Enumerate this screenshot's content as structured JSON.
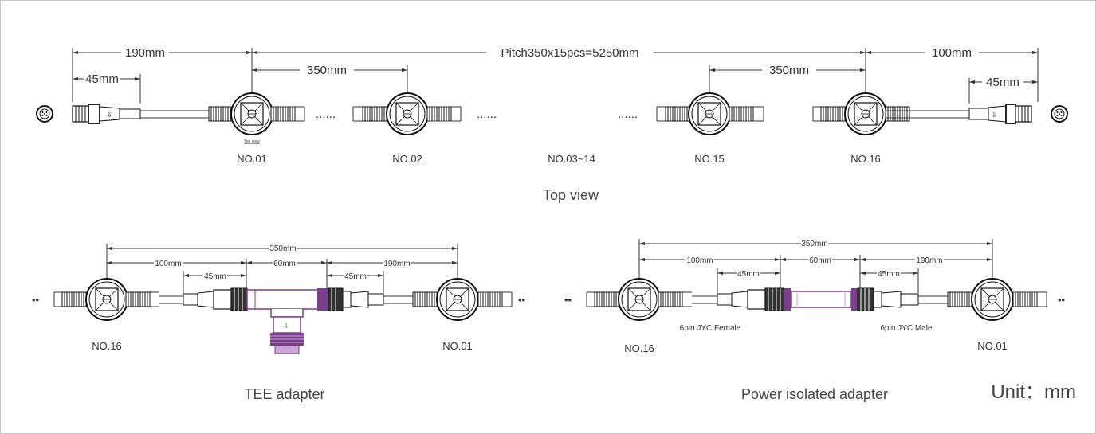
{
  "top": {
    "dims": {
      "pitch": "Pitch350x15pcs=5250mm",
      "lead_left": "190mm",
      "lead_left_inner": "45mm",
      "spacing_left": "350mm",
      "spacing_right": "350mm",
      "lead_right": "100mm",
      "lead_right_inner": "45mm"
    },
    "dots": "......",
    "top_view_mini": "Top view",
    "nodes": [
      "NO.01",
      "NO.02",
      "NO.03~14",
      "NO.15",
      "NO.16"
    ],
    "caption": "Top view"
  },
  "tee": {
    "dims": {
      "total": "350mm",
      "a": "100mm",
      "b": "45mm",
      "c": "60mm",
      "d": "45mm",
      "e": "190mm"
    },
    "left_node": "NO.16",
    "right_node": "NO.01",
    "caption": "TEE adapter"
  },
  "iso": {
    "dims": {
      "total": "350mm",
      "a": "100mm",
      "b": "45mm",
      "c": "60mm",
      "d": "45mm",
      "e": "190mm"
    },
    "female": "6pin JYC Female",
    "male": "6pin JYC Male",
    "left_node": "NO.16",
    "right_node": "NO.01",
    "caption": "Power isolated adapter"
  },
  "unit": "Unit：mm",
  "colors": {
    "line": "#333333",
    "adapter": "#7a3e8c",
    "adapter_light": "#c9a6d6"
  }
}
